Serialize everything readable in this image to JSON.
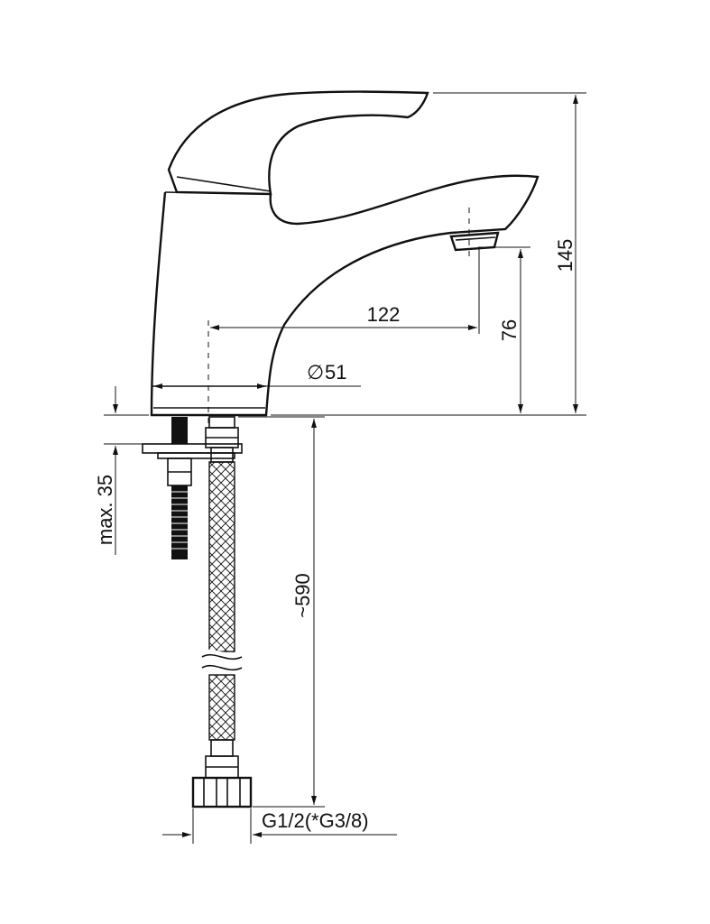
{
  "drawing": {
    "dimensions": {
      "height_total": "145",
      "spout_height": "76",
      "spout_reach": "122",
      "base_diameter": "51",
      "hose_length": "~590",
      "max_deck": "max. 35",
      "thread": "G1/2(*G3/8)"
    },
    "diameter_symbol": "∅"
  }
}
